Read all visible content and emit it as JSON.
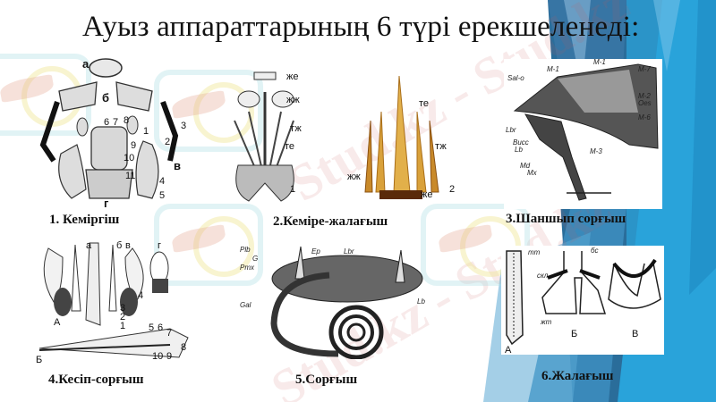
{
  "slide": {
    "title": "Ауыз аппараттарының 6 түрі ерекшеленеді:",
    "watermark": "Stud.kz - Stud.kz",
    "colors": {
      "accent_dark": "#2c6a96",
      "accent_mid": "#3f8fc4",
      "accent_light": "#29a3da",
      "text": "#111111"
    }
  },
  "figures": [
    {
      "caption": "1. Кеміргіш",
      "labels": {
        "a": "а",
        "b": "б",
        "v": "в",
        "g": "г",
        "n1": "1",
        "n2": "2",
        "n3": "3",
        "n4": "4",
        "n5": "5",
        "n6": "6",
        "n7": "7",
        "n8": "8",
        "n9": "9",
        "n10": "10",
        "n11": "11"
      }
    },
    {
      "caption": "2.Кеміре-жалағыш",
      "labels": {
        "je": "же",
        "jzh": "жж",
        "tzh": "тж",
        "te": "те",
        "one": "1",
        "two": "2",
        "je2": "же",
        "jzh2": "жж",
        "tzh2": "тж",
        "te2": "те"
      }
    },
    {
      "caption": "3.Шаншып сорғыш",
      "labels": {
        "m1a": "M-1",
        "m1b": "M-1",
        "m7": "M-7",
        "salo": "Sal-o",
        "m2": "M-2",
        "oes": "Oes",
        "m6": "M-6",
        "lbr": "Lbr",
        "bucc": "Bucc",
        "lb": "Lb",
        "m3": "M-3",
        "md": "Md",
        "mx": "Mx"
      }
    },
    {
      "caption": "4.Кесіп-сорғыш",
      "labels": {
        "a_small": "а",
        "b_small": "б",
        "v_small": "в",
        "g_small": "г",
        "A": "А",
        "B": "Б",
        "n1": "1",
        "n2": "2",
        "n3": "3",
        "n4": "4",
        "n5": "5",
        "n6": "6",
        "n7": "7",
        "n8": "8",
        "n9": "9",
        "n10": "10"
      }
    },
    {
      "caption": "5.Сорғыш",
      "labels": {
        "plb": "Plb",
        "ep": "Ep",
        "lbr": "Lbr",
        "g": "G",
        "pmx": "Pmx",
        "gal": "Gal",
        "lb": "Lb"
      }
    },
    {
      "caption": "6.Жалағыш",
      "labels": {
        "A": "А",
        "B": "Б",
        "V": "В",
        "tt": "тт",
        "skl": "скл",
        "jt": "жт",
        "bc": "бс"
      }
    }
  ]
}
